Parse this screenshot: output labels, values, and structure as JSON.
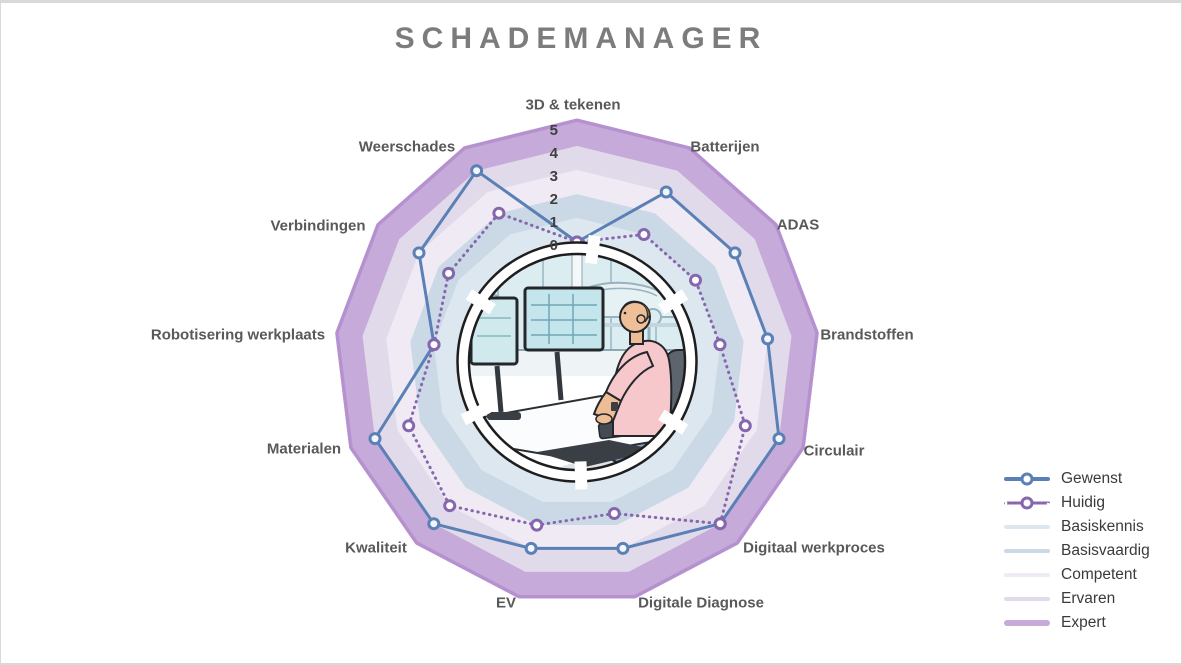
{
  "title": "SCHADEMANAGER",
  "chart_data": {
    "type": "radar",
    "title": "SCHADEMANAGER",
    "categories": [
      "3D & tekenen",
      "Batterijen",
      "ADAS",
      "Brandstoffen",
      "Circulair",
      "Digitaal werkproces",
      "Digitale Diagnose",
      "EV",
      "Kwaliteit",
      "Materialen",
      "Robotisering werkplaats",
      "Verbindingen",
      "Weerschades"
    ],
    "axis": {
      "min": 0,
      "max": 5,
      "tick_labels": [
        "0",
        "1",
        "2",
        "3",
        "4",
        "5"
      ]
    },
    "series": [
      {
        "name": "Gewenst",
        "style": "solid",
        "color": "#5b80b6",
        "marker_fill": "#f2f6fb",
        "values": [
          0,
          3,
          3,
          3,
          4,
          4,
          3,
          3,
          4,
          4,
          1,
          3,
          4
        ]
      },
      {
        "name": "Huidig",
        "style": "dotted",
        "color": "#8667ae",
        "marker_fill": "#ffffff",
        "values": [
          0,
          1,
          1,
          1,
          2.5,
          4,
          1.5,
          2,
          3,
          2.5,
          1,
          1.5,
          2
        ]
      }
    ],
    "bands": [
      {
        "name": "Basiskennis",
        "from": 0,
        "to": 1,
        "color": "#dde7f0"
      },
      {
        "name": "Basisvaardig",
        "from": 1,
        "to": 2,
        "color": "#cbd8e6"
      },
      {
        "name": "Competent",
        "from": 2,
        "to": 3,
        "color": "#efeaf4"
      },
      {
        "name": "Ervaren",
        "from": 3,
        "to": 4,
        "color": "#e0daea"
      },
      {
        "name": "Expert",
        "from": 4,
        "to": 5,
        "color": "#c6aad9",
        "rim_color": "#b691cf"
      }
    ],
    "legend_position": "right",
    "center_image": {
      "description": "Illustration of a schademanager working at a desk with two monitors, car on a lift behind glass"
    }
  },
  "colors": {
    "title": "#7c7c7c",
    "category_labels": "#595959",
    "tick_labels": "#3f3f3f",
    "legend_text": "#3a3a3a"
  }
}
